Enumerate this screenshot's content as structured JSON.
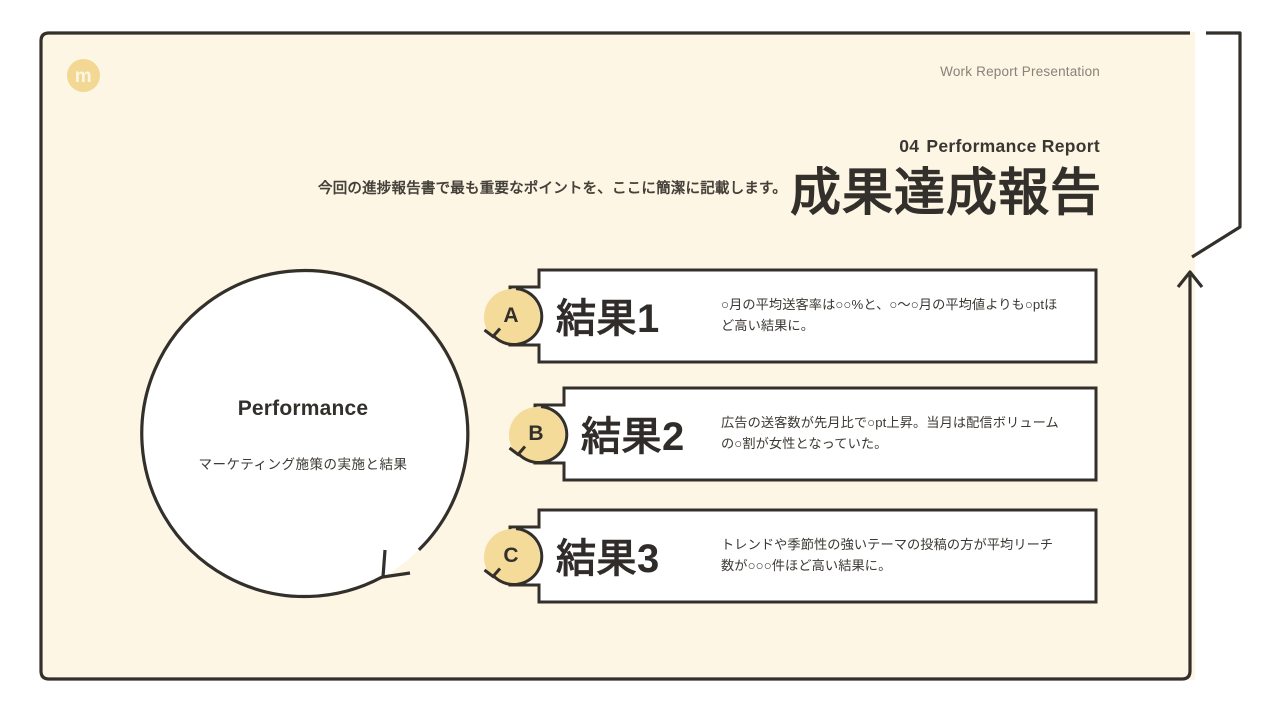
{
  "slide": {
    "logo_letter": "m",
    "kicker": "Work Report Presentation",
    "section_number": "04",
    "section_label": "Performance Report",
    "title": "成果達成報告",
    "lead": "今回の進捗報告書で最も重要なポイントを、ここに簡潔に記載します。"
  },
  "circle": {
    "title": "Performance",
    "subtitle": "マーケティング施策の実施と結果"
  },
  "results": [
    {
      "badge": "A",
      "heading": "結果1",
      "body": "○月の平均送客率は○○%と、○～○月の平均値よりも○ptほど高い結果に。"
    },
    {
      "badge": "B",
      "heading": "結果2",
      "body": "広告の送客数が先月比で○pt上昇。当月は配信ボリュームの○割が女性となっていた。"
    },
    {
      "badge": "C",
      "heading": "結果3",
      "body": "トレンドや季節性の強いテーマの投稿の方が平均リーチ数が○○○件ほど高い結果に。"
    }
  ],
  "colors": {
    "background": "#fdf6e4",
    "accent": "#f5db9a",
    "ink": "#33302c",
    "muted": "#8a8178",
    "card": "#ffffff"
  }
}
